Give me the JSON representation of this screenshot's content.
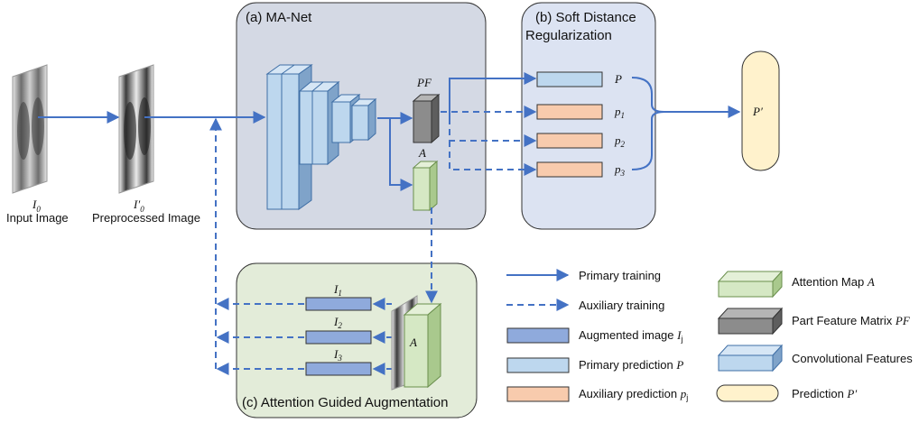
{
  "panels": {
    "ma_net": "(a) MA-Net",
    "soft_distance_line1": "(b) Soft Distance",
    "soft_distance_line2": "Regularization",
    "attention_aug": "(c) Attention Guided Augmentation"
  },
  "inputs": {
    "input_symbol": "I",
    "input_sub": "0",
    "input_caption": "Input Image",
    "pre_symbol": "I′",
    "pre_sub": "0",
    "pre_caption": "Preprocessed Image"
  },
  "network": {
    "pf_label": "PF",
    "a_label": "A",
    "aug_a_label": "A"
  },
  "predictions": {
    "primary": "P",
    "aux1": "p",
    "aux1_sub": "1",
    "aux2": "p",
    "aux2_sub": "2",
    "aux3": "p",
    "aux3_sub": "3",
    "final": "P′"
  },
  "augmented": {
    "i1": "I",
    "i1_sub": "1",
    "i2": "I",
    "i2_sub": "2",
    "i3": "I",
    "i3_sub": "3"
  },
  "legend": {
    "primary_training": "Primary training",
    "auxiliary_training": "Auxiliary training",
    "augmented_image": "Augmented image ",
    "augmented_image_math": "I",
    "augmented_image_sub": "j",
    "primary_prediction": "Primary prediction ",
    "primary_prediction_math": "P",
    "auxiliary_prediction": "Auxiliary prediction ",
    "auxiliary_prediction_math": "p",
    "auxiliary_prediction_sub": "j",
    "attention_map": "Attention Map ",
    "attention_map_math": "A",
    "part_feature": "Part Feature Matrix ",
    "part_feature_math": "PF",
    "conv_features": "Convolutional Features",
    "prediction": "Prediction ",
    "prediction_math": "P′"
  },
  "colors": {
    "arrow": "#4472c4",
    "panel_a_fill": "#d4d9e4",
    "panel_b_fill": "#dce3f2",
    "panel_c_fill": "#e3ecd9",
    "conv_fill": "#bdd7ee",
    "pf_fill": "#8c8c8c",
    "attention_fill": "#d5e8c4",
    "aux_pred_fill": "#f8cbad",
    "primary_pred_fill": "#bdd7ee",
    "aug_fill": "#8faadc",
    "final_fill": "#fff2cc"
  }
}
